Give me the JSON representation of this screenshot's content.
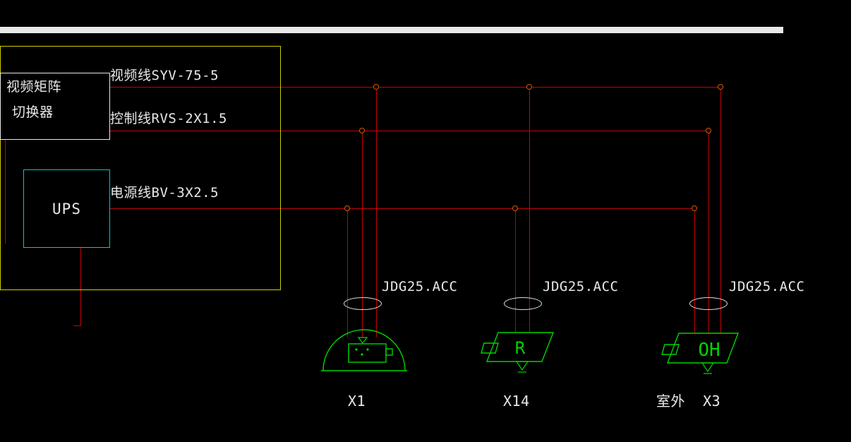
{
  "colors": {
    "background": "#000000",
    "wire_red": "#c80000",
    "junction_orange": "#d85a00",
    "boundary_yellow": "#cfcf00",
    "device_white": "#e8e8e8",
    "ups_cyan": "#00c8c8",
    "camera_green": "#00d400"
  },
  "devices": {
    "matrix": {
      "name_line1": "视频矩阵",
      "name_line2": "切换器"
    },
    "ups": {
      "label": "UPS"
    }
  },
  "cables": {
    "video": "视频线SYV-75-5",
    "control": "控制线RVS-2X1.5",
    "power": "电源线BV-3X2.5"
  },
  "cameras": [
    {
      "id": "X1",
      "body_label": "",
      "conduit": "JDG25.ACC"
    },
    {
      "id": "X14",
      "body_label": "R",
      "conduit": "JDG25.ACC"
    },
    {
      "id": "室外  X3",
      "body_label": "OH",
      "conduit": "JDG25.ACC"
    }
  ]
}
